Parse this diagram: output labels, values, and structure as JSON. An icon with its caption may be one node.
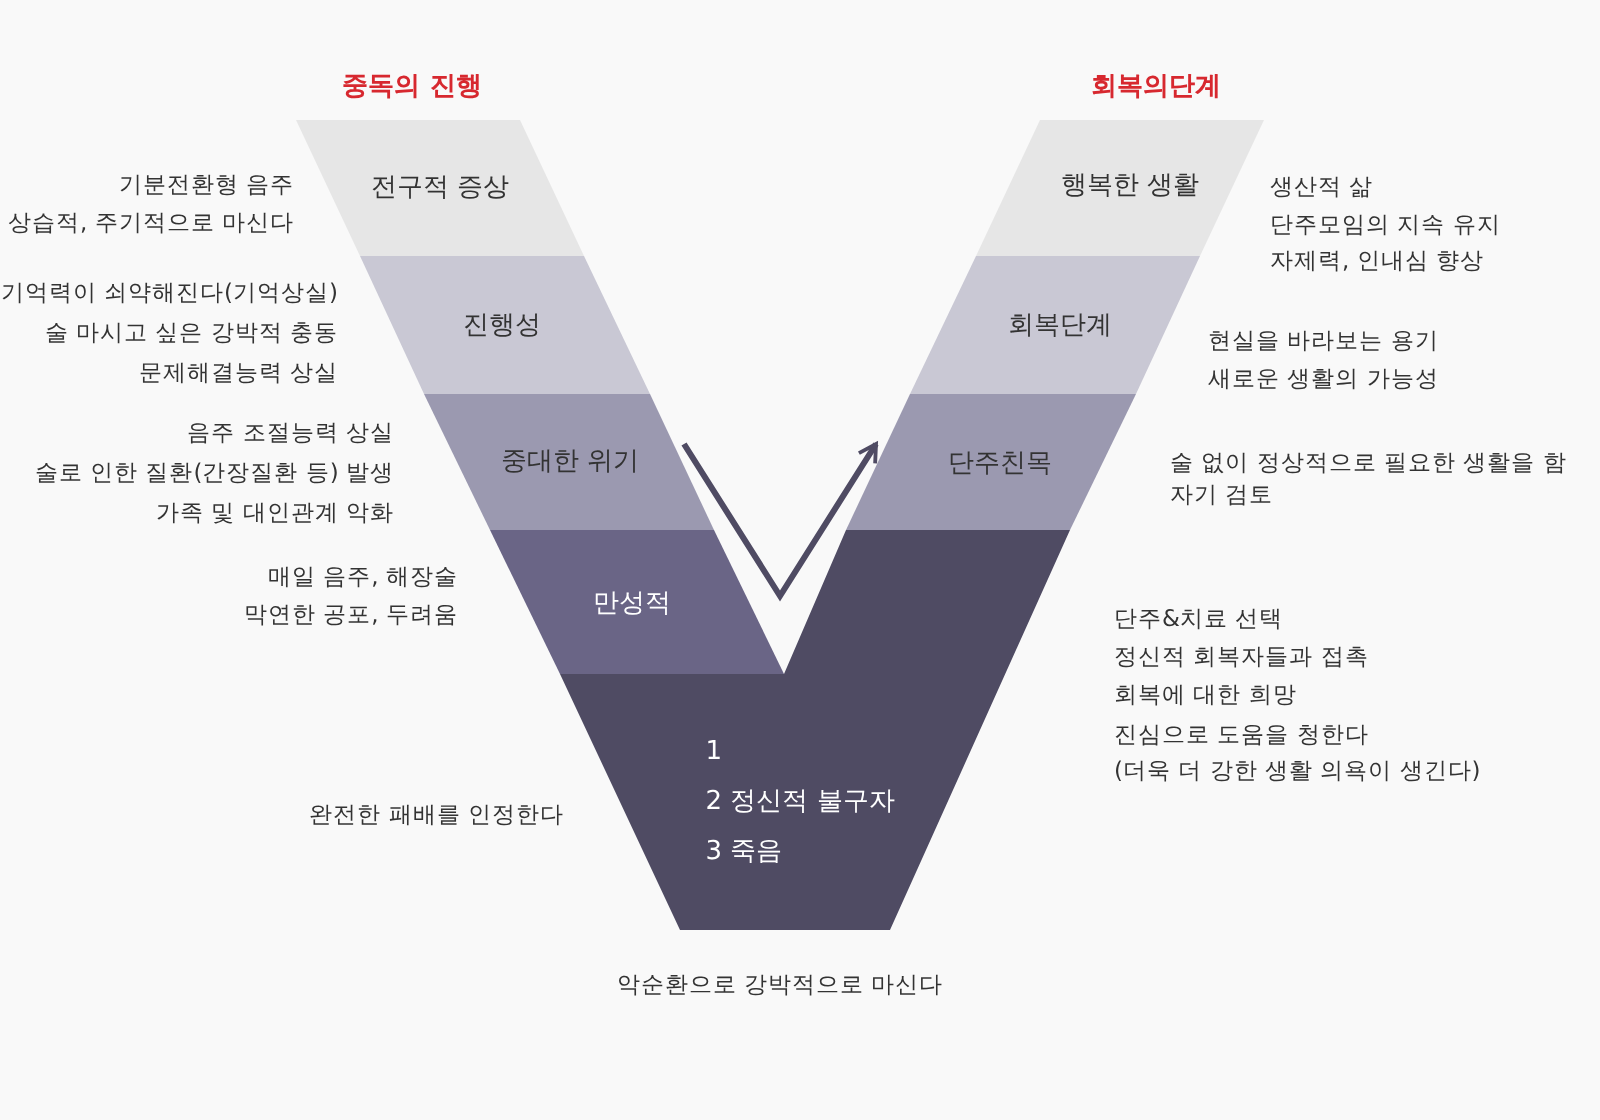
{
  "diagram": {
    "nodes": [
      {
        "text": [
          "전구적 증상"
        ],
        "beside": [
          "기분전환형 음주",
          "상습적, 주기적으로 마신다"
        ]
      },
      {
        "text": [
          "진행성"
        ],
        "beside": [
          "기억력이 쇠약해진다(기억상실)",
          "술 마시고 싶은 강박적 충동",
          "문제해결능력 상실"
        ]
      },
      {
        "text": [
          "중대한 위기"
        ],
        "beside": [
          "음주 조절능력 상실",
          "술로 인한 질환(간장질환 등) 발생",
          "가족 및 대인관계 악화"
        ]
      },
      {
        "text": [
          "만성적"
        ],
        "beside": [
          "매일 음주, 해장술",
          "막연한 공포, 두려움"
        ]
      },
      {
        "text": [
          "행복한 생활"
        ],
        "beside": [
          "생산적 삶",
          "단주모임의 지속 유지",
          "자제력, 인내심 향상"
        ]
      },
      {
        "text": [
          "회복단계"
        ],
        "beside": [
          "현실을 바라보는 용기",
          "새로운 생활의 가능성"
        ]
      },
      {
        "text": [
          "단주친목"
        ],
        "beside": [
          "술 없이 정상적으로 필요한 생활을 함 자기 검토"
        ]
      },
      {
        "text": [
          "1",
          "2 정신적 불구자",
          "3 죽음"
        ],
        "beside": [
          "완전한 패배를 인정한다",
          "단주&치료 선택",
          "정신적 회복자들과 접촉",
          "회복에 대한 희망",
          "진심으로 도움을 청한다",
          "(더욱 더 강한 생활 의욕이 생긴다)",
          "악순환으로 강박적으로 마신다"
        ]
      }
    ],
    "edges": [
      {
        "from": 2,
        "to": 6,
        "arrow": "to"
      }
    ],
    "labels": [
      "중독의 진행",
      "회복의단계"
    ]
  }
}
